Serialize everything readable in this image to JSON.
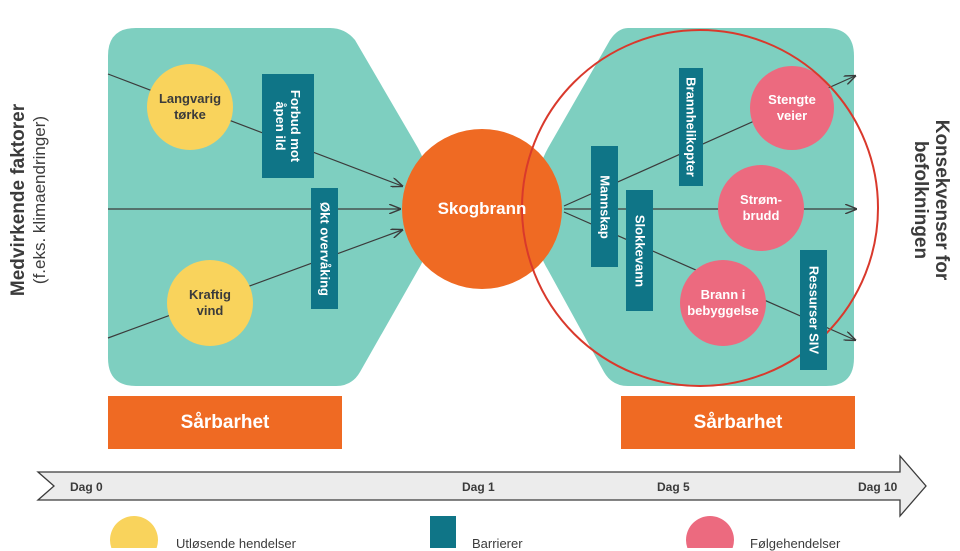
{
  "left_side": {
    "title": "Medvirkende faktorer",
    "subtitle": "(f.eks. klimaendringer)"
  },
  "right_side": {
    "title": "Konsekvenser for befolkningen"
  },
  "center_event": {
    "label": "Skogbrann",
    "color": "#ef6a23"
  },
  "causes": [
    {
      "label": "Langvarig tørke"
    },
    {
      "label": "Kraftig vind"
    }
  ],
  "consequences": [
    {
      "label": "Stengte veier"
    },
    {
      "label": "Strøm-brudd"
    },
    {
      "label": "Brann i bebyggelse"
    }
  ],
  "barriers_left": [
    {
      "label": "Forbud mot\nåpen ild"
    },
    {
      "label": "Økt overvåking"
    }
  ],
  "barriers_right": [
    {
      "label": "Brannhelikopter"
    },
    {
      "label": "Mannskap"
    },
    {
      "label": "Slokkevann"
    },
    {
      "label": "Ressurser SIV"
    }
  ],
  "vulnerability": {
    "left": "Sårbarhet",
    "right": "Sårbarhet"
  },
  "timeline": {
    "labels": [
      "Dag 0",
      "Dag 1",
      "Dag 5",
      "Dag 10"
    ]
  },
  "legend": {
    "triggering": "Utløsende hendelser",
    "barriers": "Barrierer",
    "consequences": "Følgehendelser"
  },
  "colors": {
    "teal": "#7ecfc0",
    "barrier": "#0f7587",
    "yellow": "#f9d35c",
    "pink": "#ec6a7f",
    "orange": "#ef6a23",
    "highlight_ring": "#d9392c",
    "timeline_fill": "#ececec"
  }
}
